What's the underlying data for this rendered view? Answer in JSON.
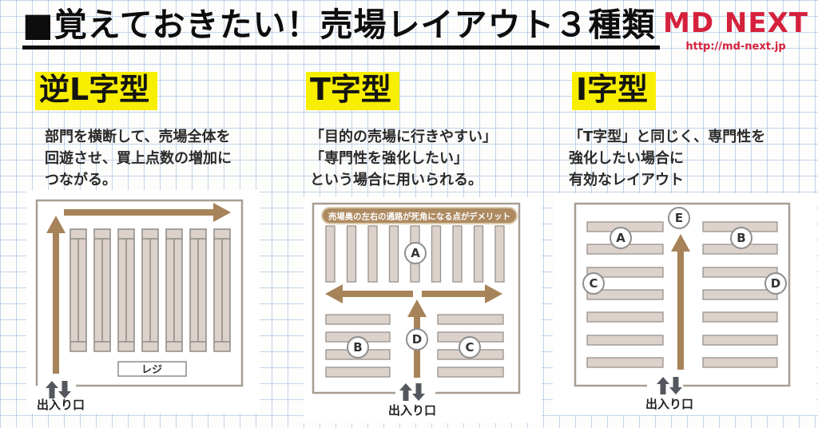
{
  "header": {
    "title": "■覚えておきたい！売場レイアウト３種類",
    "logo_text": "MD NEXT",
    "logo_url": "http://md-next.jp"
  },
  "colors": {
    "highlight_yellow": "#f8ee00",
    "brand_red": "#d5213c",
    "arrow_brown": "#a7835a",
    "shelf_fill": "#ddd1cb",
    "shelf_border": "#8d8b85",
    "store_outline": "#a89e92",
    "entrance_arrow_gray": "#54575e",
    "banner_brown": "#ad8a61"
  },
  "columns": [
    {
      "heading": "逆L字型",
      "desc_lines": [
        "部門を横断して、売場全体を",
        "回遊させ、買上点数の増加に",
        "つながる。"
      ],
      "register_label": "レジ",
      "entrance_label": "出入り口"
    },
    {
      "heading": "T字型",
      "desc_lines": [
        "「目的の売場に行きやすい」",
        "「専門性を強化したい」",
        "という場合に用いられる。"
      ],
      "banner": "売場奥の左右の通路が死角になる点がデメリット",
      "zones": [
        "A",
        "B",
        "C",
        "D"
      ],
      "entrance_label": "出入り口"
    },
    {
      "heading": "I字型",
      "desc_lines": [
        "「T字型」と同じく、専門性を",
        "強化したい場合に",
        "有効なレイアウト"
      ],
      "zones": [
        "A",
        "B",
        "C",
        "D",
        "E"
      ],
      "entrance_label": "出入り口"
    }
  ]
}
